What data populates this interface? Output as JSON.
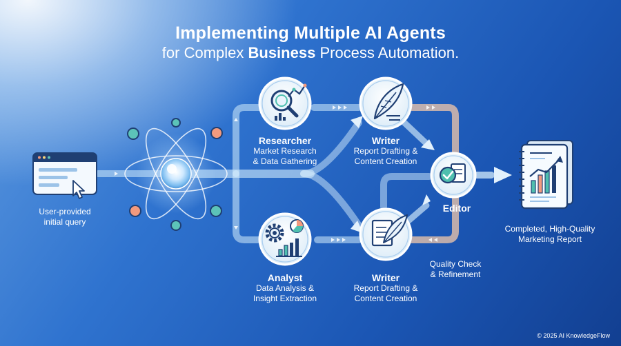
{
  "title": {
    "line1": "Implementing Multiple AI Agents",
    "line2_prefix": "for Complex ",
    "line2_bold": "Business",
    "line2_suffix": " Process Automation."
  },
  "input": {
    "caption_line1": "User-provided",
    "caption_line2": "initial query"
  },
  "agents": {
    "researcher": {
      "name": "Researcher",
      "desc_line1": "Market Research",
      "desc_line2": "& Data Gathering"
    },
    "analyst": {
      "name": "Analyst",
      "desc_line1": "Data Analysis &",
      "desc_line2": "Insight Extraction"
    },
    "writer_top": {
      "name": "Writer",
      "desc_line1": "Report Drafting &",
      "desc_line2": "Content Creation"
    },
    "writer_bottom": {
      "name": "Writer",
      "desc_line1": "Report Drafting &",
      "desc_line2": "Content Creation"
    },
    "editor": {
      "name": "Editor",
      "desc_line1": "Quality Check",
      "desc_line2": "& Refinement"
    }
  },
  "output": {
    "caption_line1": "Completed, High-Quality",
    "caption_line2": "Marketing Report"
  },
  "footer": {
    "copyright": "© 2025 AI KnowledgeFlow"
  },
  "colors": {
    "flow_light": "#d4ecfb",
    "flow_peach": "#f3c8aa",
    "icon_navy": "#1f3f73",
    "icon_teal": "#4fbfae",
    "node_orange": "#f29a7e",
    "node_teal": "#5cc3b8"
  }
}
